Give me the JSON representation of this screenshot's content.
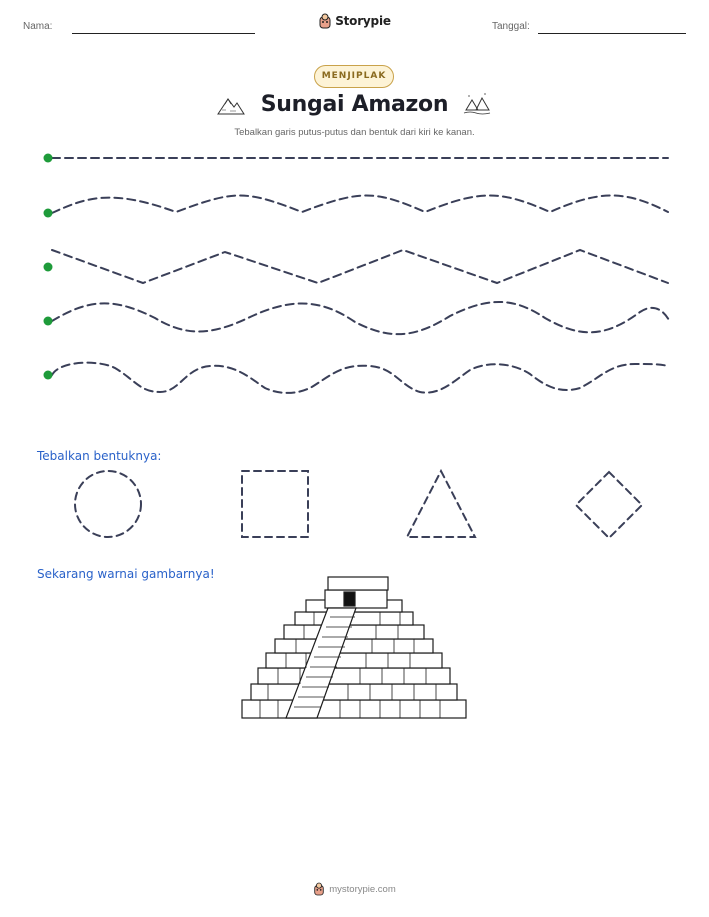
{
  "header": {
    "name_label": "Nama:",
    "date_label": "Tanggal:",
    "brand": "Storypie"
  },
  "badge": "MENJIPLAK",
  "title": "Sungai Amazon",
  "subtitle": "Tebalkan garis putus-putus dan bentuk dari kiri ke kanan.",
  "colors": {
    "start_dot": "#1e9b3a",
    "dash_line": "#3a3f58",
    "section_text": "#2a62c9",
    "badge_border": "#c9a24a",
    "badge_bg": "#fdf3d6"
  },
  "tracing_lines": [
    {
      "type": "straight"
    },
    {
      "type": "wave-large"
    },
    {
      "type": "zigzag"
    },
    {
      "type": "wave-medium"
    },
    {
      "type": "wave-small"
    }
  ],
  "shapes_heading": "Tebalkan bentuknya:",
  "shapes": [
    "circle",
    "square",
    "triangle",
    "diamond"
  ],
  "color_heading": "Sekarang warnai gambarnya!",
  "image_subject": "pyramid-temple",
  "footer": "mystorypie.com"
}
